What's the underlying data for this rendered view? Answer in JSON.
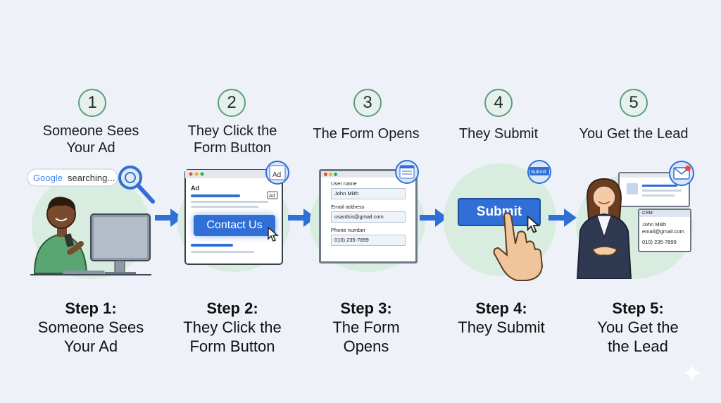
{
  "steps": [
    {
      "number": "1",
      "title": "Someone Sees\nYour Ad",
      "step_label": "Step 1:",
      "caption": [
        "Someone Sees",
        "Your Ad"
      ]
    },
    {
      "number": "2",
      "title": "They Click the\nForm Button",
      "step_label": "Step 2:",
      "caption": [
        "They Click the",
        "Form Button"
      ]
    },
    {
      "number": "3",
      "title": "The Form Opens",
      "step_label": "Step 3:",
      "caption": [
        "The Form",
        "Opens"
      ]
    },
    {
      "number": "4",
      "title": "They Submit",
      "step_label": "Step 4:",
      "caption": [
        "They Submit"
      ]
    },
    {
      "number": "5",
      "title": "You Get the Lead",
      "step_label": "Step 5:",
      "caption": [
        "You Get the",
        "the Lead"
      ]
    }
  ],
  "step1": {
    "search_brand": "Google",
    "search_text": "searching..."
  },
  "step2": {
    "ad_label": "Ad",
    "ad_badge": "Ad",
    "ad_small": "Ad",
    "cta_button": "Contact Us"
  },
  "step3": {
    "fields": [
      {
        "label": "User name",
        "value": "John Miith"
      },
      {
        "label": "Email address",
        "value": "usardsis@gmail.com"
      },
      {
        "label": "Phone number",
        "value": "010) 235-7899"
      }
    ]
  },
  "step4": {
    "button": "Submit",
    "badge": "Submit"
  },
  "step5": {
    "crm_label": "CRM",
    "name": "John Miith",
    "email": "email@gmail.com",
    "phone": "010) 235-7899"
  },
  "colors": {
    "accent": "#2f6fd6",
    "arrow": "#2f6fd6",
    "blob": "#d8ecdf",
    "circle_border": "#5c9b82"
  }
}
